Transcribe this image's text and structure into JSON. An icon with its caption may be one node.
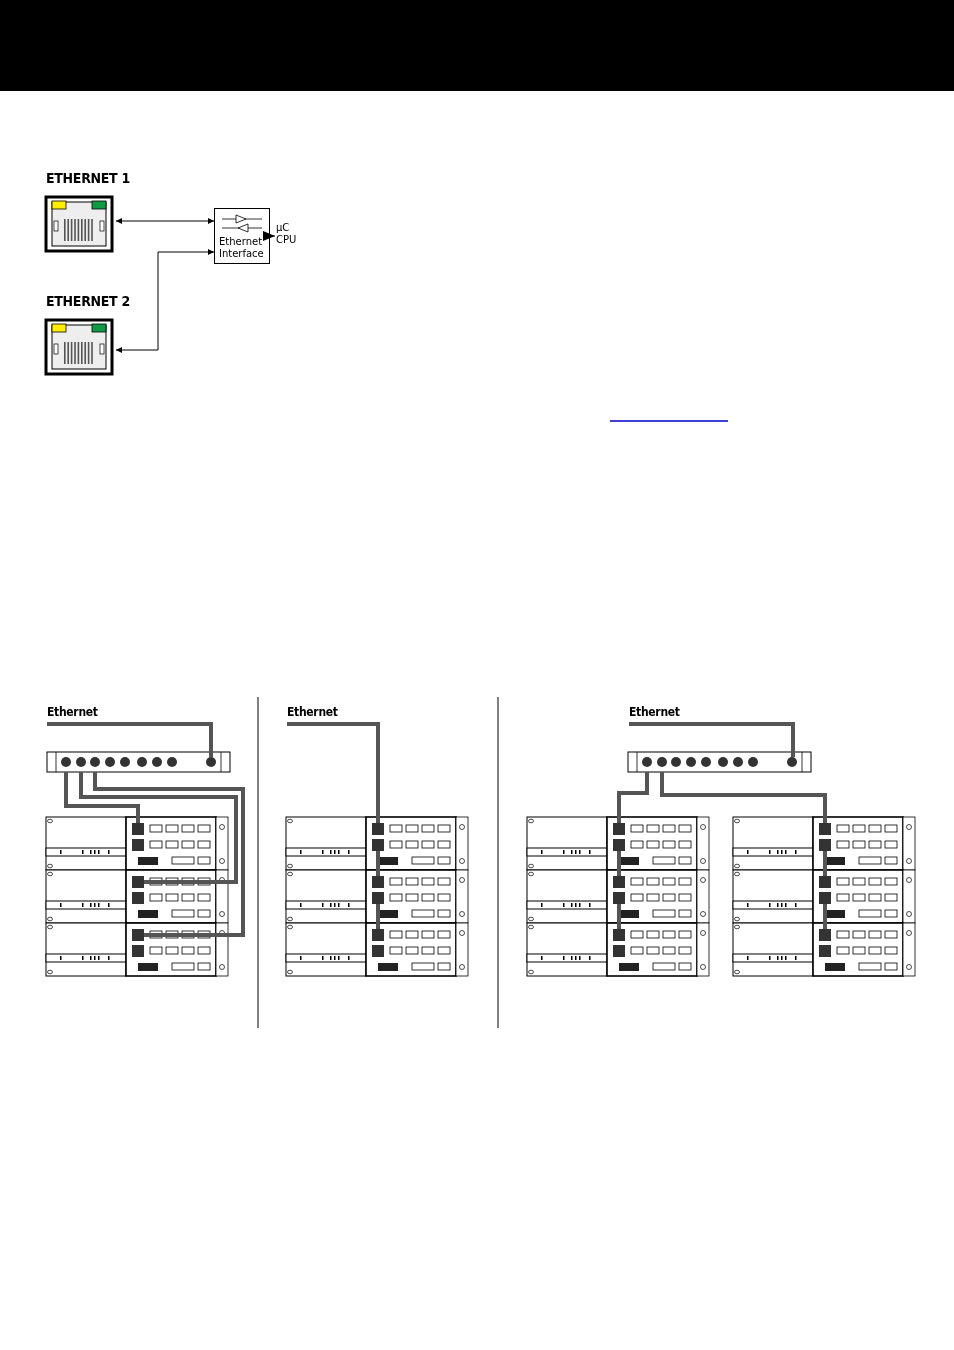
{
  "diagram": {
    "nodes": [
      {
        "text": [
          "ETHERNET 1"
        ]
      },
      {
        "text": [
          "ETHERNET 2"
        ]
      },
      {
        "text": [
          "Ethernet Interface"
        ]
      },
      {
        "text": [
          "µC CPU"
        ]
      },
      {
        "text": [
          "Ethernet"
        ]
      },
      {
        "text": [],
        "shape": "box"
      },
      {
        "text": [],
        "shape": "box"
      },
      {
        "text": [],
        "shape": "box"
      },
      {
        "text": [],
        "shape": "box"
      },
      {
        "text": [
          "Ethernet"
        ]
      },
      {
        "text": [],
        "shape": "box"
      },
      {
        "text": [],
        "shape": "box"
      },
      {
        "text": [],
        "shape": "box"
      },
      {
        "text": [
          "Ethernet"
        ]
      },
      {
        "text": [],
        "shape": "box"
      },
      {
        "text": [],
        "shape": "box"
      },
      {
        "text": [],
        "shape": "box"
      },
      {
        "text": [],
        "shape": "box"
      },
      {
        "text": [],
        "shape": "box"
      },
      {
        "text": [],
        "shape": "box"
      },
      {
        "text": [],
        "shape": "box"
      }
    ],
    "edges": [
      {
        "from": 0,
        "to": 2,
        "arrow": "both",
        "color": "#000000"
      },
      {
        "from": 1,
        "to": 2,
        "arrow": "both",
        "color": "#000000"
      },
      {
        "from": 2,
        "to": 3,
        "arrow": "to",
        "color": "#000000"
      },
      {
        "from": 4,
        "to": 5,
        "arrow": "none"
      },
      {
        "from": 5,
        "to": 6,
        "arrow": "none"
      },
      {
        "from": 5,
        "to": 7,
        "arrow": "none"
      },
      {
        "from": 5,
        "to": 8,
        "arrow": "none"
      },
      {
        "from": 9,
        "to": 10,
        "arrow": "none"
      },
      {
        "from": 10,
        "to": 11,
        "arrow": "none"
      },
      {
        "from": 11,
        "to": 12,
        "arrow": "none"
      },
      {
        "from": 13,
        "to": 14,
        "arrow": "none"
      },
      {
        "from": 14,
        "to": 15,
        "arrow": "none"
      },
      {
        "from": 14,
        "to": 18,
        "arrow": "none"
      },
      {
        "from": 15,
        "to": 16,
        "arrow": "none"
      },
      {
        "from": 16,
        "to": 17,
        "arrow": "none"
      },
      {
        "from": 18,
        "to": 19,
        "arrow": "none"
      },
      {
        "from": 19,
        "to": 20,
        "arrow": "none"
      }
    ]
  }
}
